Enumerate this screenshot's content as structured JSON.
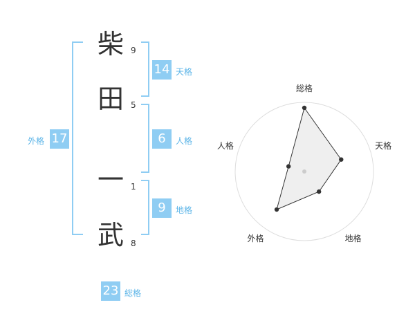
{
  "name": {
    "chars": [
      {
        "char": "柴",
        "strokes": "9"
      },
      {
        "char": "田",
        "strokes": "5"
      },
      {
        "char": "一",
        "strokes": "1"
      },
      {
        "char": "武",
        "strokes": "8"
      }
    ]
  },
  "fortunes": {
    "tenkaku": {
      "value": "14",
      "label": "天格"
    },
    "jinkaku": {
      "value": "6",
      "label": "人格"
    },
    "chikaku": {
      "value": "9",
      "label": "地格"
    },
    "gaikaku": {
      "value": "17",
      "label": "外格"
    },
    "soukaku": {
      "value": "23",
      "label": "総格"
    }
  },
  "colors": {
    "accent": "#8fcdf3",
    "label_text": "#5fb6e8"
  },
  "chart_data": {
    "type": "radar",
    "axes": [
      "総格",
      "天格",
      "地格",
      "外格",
      "人格"
    ],
    "values": [
      23,
      14,
      9,
      17,
      6
    ],
    "rings": 5,
    "grid": true
  }
}
